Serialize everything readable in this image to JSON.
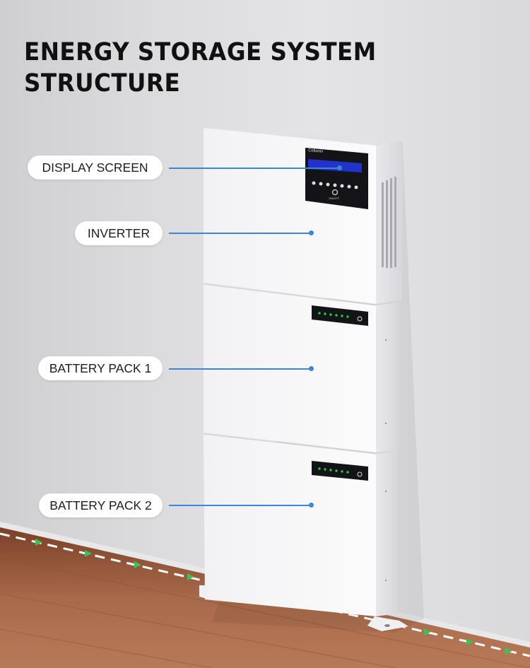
{
  "title": {
    "line1": "ENERGY STORAGE SYSTEM",
    "line2": "STRUCTURE"
  },
  "labels": {
    "display_screen": "DISPLAY SCREEN",
    "inverter": "INVERTER",
    "battery_pack_1": "BATTERY PACK 1",
    "battery_pack_2": "BATTERY PACK 2"
  },
  "device": {
    "brand": "Cellanix",
    "power_label": "ON/OFF"
  },
  "colors": {
    "leader": "#3b86d8",
    "display": "#2233cc",
    "led": "#22cc44",
    "floor": "#9a5a3a"
  }
}
